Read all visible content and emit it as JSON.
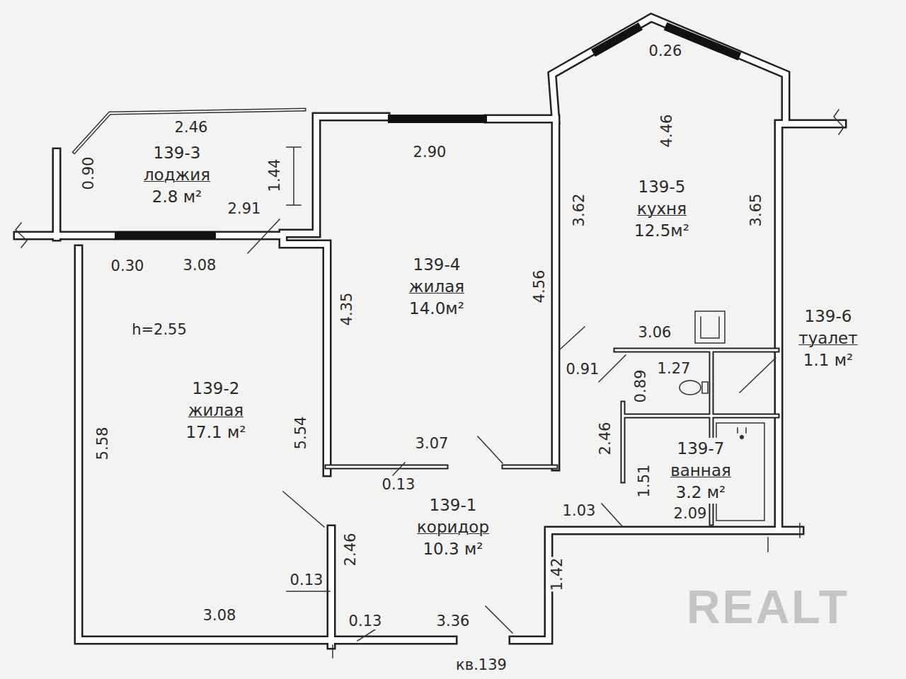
{
  "diagram": {
    "nodes": [
      {
        "text": [
          "139-3",
          "лоджия",
          "2.8 м²"
        ]
      },
      {
        "text": [
          "139-5",
          "кухня",
          "12.5м²"
        ]
      },
      {
        "text": [
          "139-4",
          "жилая",
          "14.0м²"
        ]
      },
      {
        "text": [
          "139-6",
          "туалет",
          "1.1 м²"
        ]
      },
      {
        "text": [
          "139-2",
          "жилая",
          "17.1 м²"
        ]
      },
      {
        "text": [
          "139-7",
          "ванная",
          "3.2 м²"
        ]
      },
      {
        "text": [
          "139-1",
          "коридор",
          "10.3 м²"
        ]
      }
    ],
    "labels": [
      "2.46",
      "0.90",
      "1.44",
      "2.91",
      "0.30",
      "3.08",
      "2.90",
      "0.26",
      "4.46",
      "3.62",
      "3.65",
      "4.35",
      "4.56",
      "h=2.55",
      "3.06",
      "0.91",
      "1.27",
      "0.89",
      "2.46",
      "1.51",
      "5.58",
      "5.54",
      "3.07",
      "0.13",
      "1.03",
      "2.09",
      "2.46",
      "0.13",
      "1.42",
      "3.08",
      "0.13",
      "3.36",
      "кв.139",
      "REALT"
    ]
  }
}
